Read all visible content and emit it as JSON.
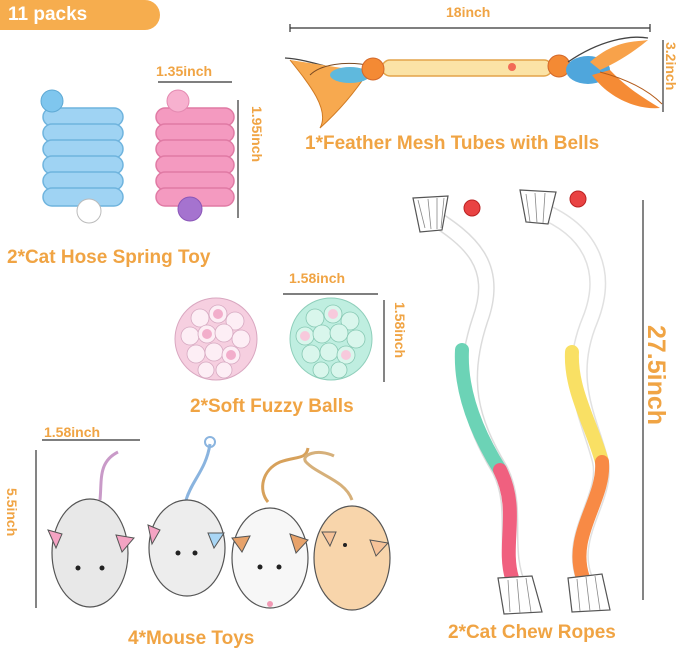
{
  "badge": "11 packs",
  "products": {
    "feather": {
      "label": "1*Feather Mesh Tubes with Bells",
      "width": "18inch",
      "height": "3.2inch"
    },
    "spring": {
      "label": "2*Cat Hose Spring Toy",
      "width": "1.35inch",
      "height": "1.95inch"
    },
    "balls": {
      "label": "2*Soft Fuzzy Balls",
      "width": "1.58inch",
      "height": "1.58inch"
    },
    "ropes": {
      "label": "2*Cat Chew Ropes",
      "height": "27.5inch"
    },
    "mice": {
      "label": "4*Mouse Toys",
      "width": "1.58inch",
      "height": "5.5inch"
    }
  },
  "colors": {
    "accent": "#f0a444",
    "badge_bg": "#f6ad4e",
    "spring_blue": "#9fd3f3",
    "spring_pink": "#f49ac0",
    "ball_teal": "#9fe3cf",
    "rope_green": "#6cd3b6",
    "rope_pink": "#f0607f",
    "rope_yellow": "#f9e064",
    "rope_orange": "#f88a45"
  }
}
